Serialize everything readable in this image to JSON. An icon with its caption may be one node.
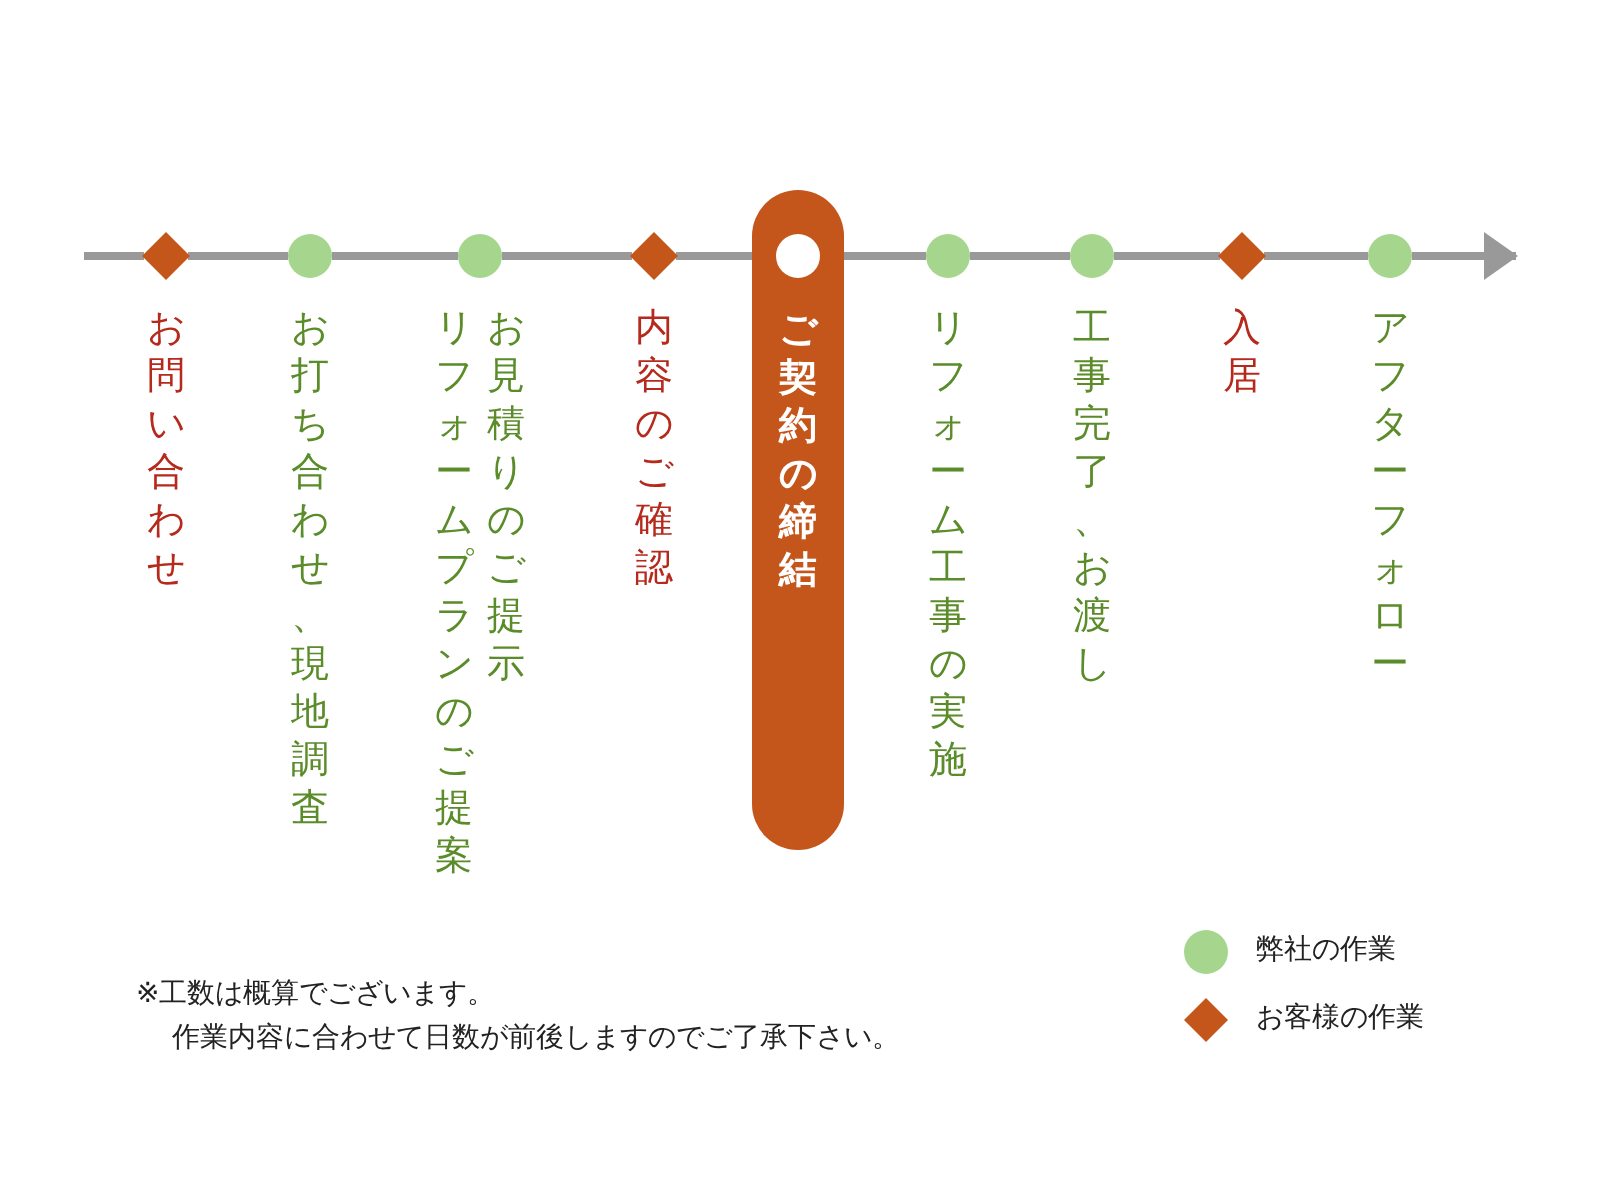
{
  "diagram": {
    "nodes": [
      {
        "text": [],
        "shape": "diamond",
        "beside": [
          "お問い合わせ"
        ]
      },
      {
        "text": [],
        "shape": "circle",
        "beside": [
          "お打ち合わせ、現地調査"
        ]
      },
      {
        "text": [],
        "shape": "circle",
        "beside": [
          "お見積りのご提示",
          "リフォームプランのご提案"
        ]
      },
      {
        "text": [],
        "shape": "diamond",
        "beside": [
          "内容のご確認"
        ]
      },
      {
        "text": [
          "ご契約の締結"
        ]
      },
      {
        "text": [],
        "shape": "circle",
        "in": 4
      },
      {
        "text": [],
        "shape": "circle",
        "beside": [
          "リフォーム工事の実施"
        ]
      },
      {
        "text": [],
        "shape": "circle",
        "beside": [
          "工事完了、お渡し"
        ]
      },
      {
        "text": [],
        "shape": "diamond",
        "beside": [
          "入居"
        ]
      },
      {
        "text": [],
        "shape": "circle",
        "beside": [
          "アフターフォロー"
        ]
      }
    ],
    "edges": [
      {
        "from": null,
        "to": 0,
        "arrow": "none"
      },
      {
        "from": 0,
        "to": 1,
        "arrow": "none"
      },
      {
        "from": 1,
        "to": 2,
        "arrow": "none"
      },
      {
        "from": 2,
        "to": 3,
        "arrow": "none"
      },
      {
        "from": 3,
        "to": 5,
        "arrow": "none"
      },
      {
        "from": 5,
        "to": 6,
        "arrow": "none"
      },
      {
        "from": 6,
        "to": 7,
        "arrow": "none"
      },
      {
        "from": 7,
        "to": 8,
        "arrow": "none"
      },
      {
        "from": 8,
        "to": 9,
        "arrow": "none"
      },
      {
        "from": 9,
        "to": null,
        "arrow": "to"
      }
    ],
    "labels": [
      "※工数は概算でございます。",
      "作業内容に合わせて日数が前後しますのでご了承下さい。"
    ],
    "legend": [
      {
        "text": "弊社の作業",
        "color": "#a6d68e"
      },
      {
        "text": "お客様の作業",
        "color": "#c4561b"
      }
    ]
  }
}
